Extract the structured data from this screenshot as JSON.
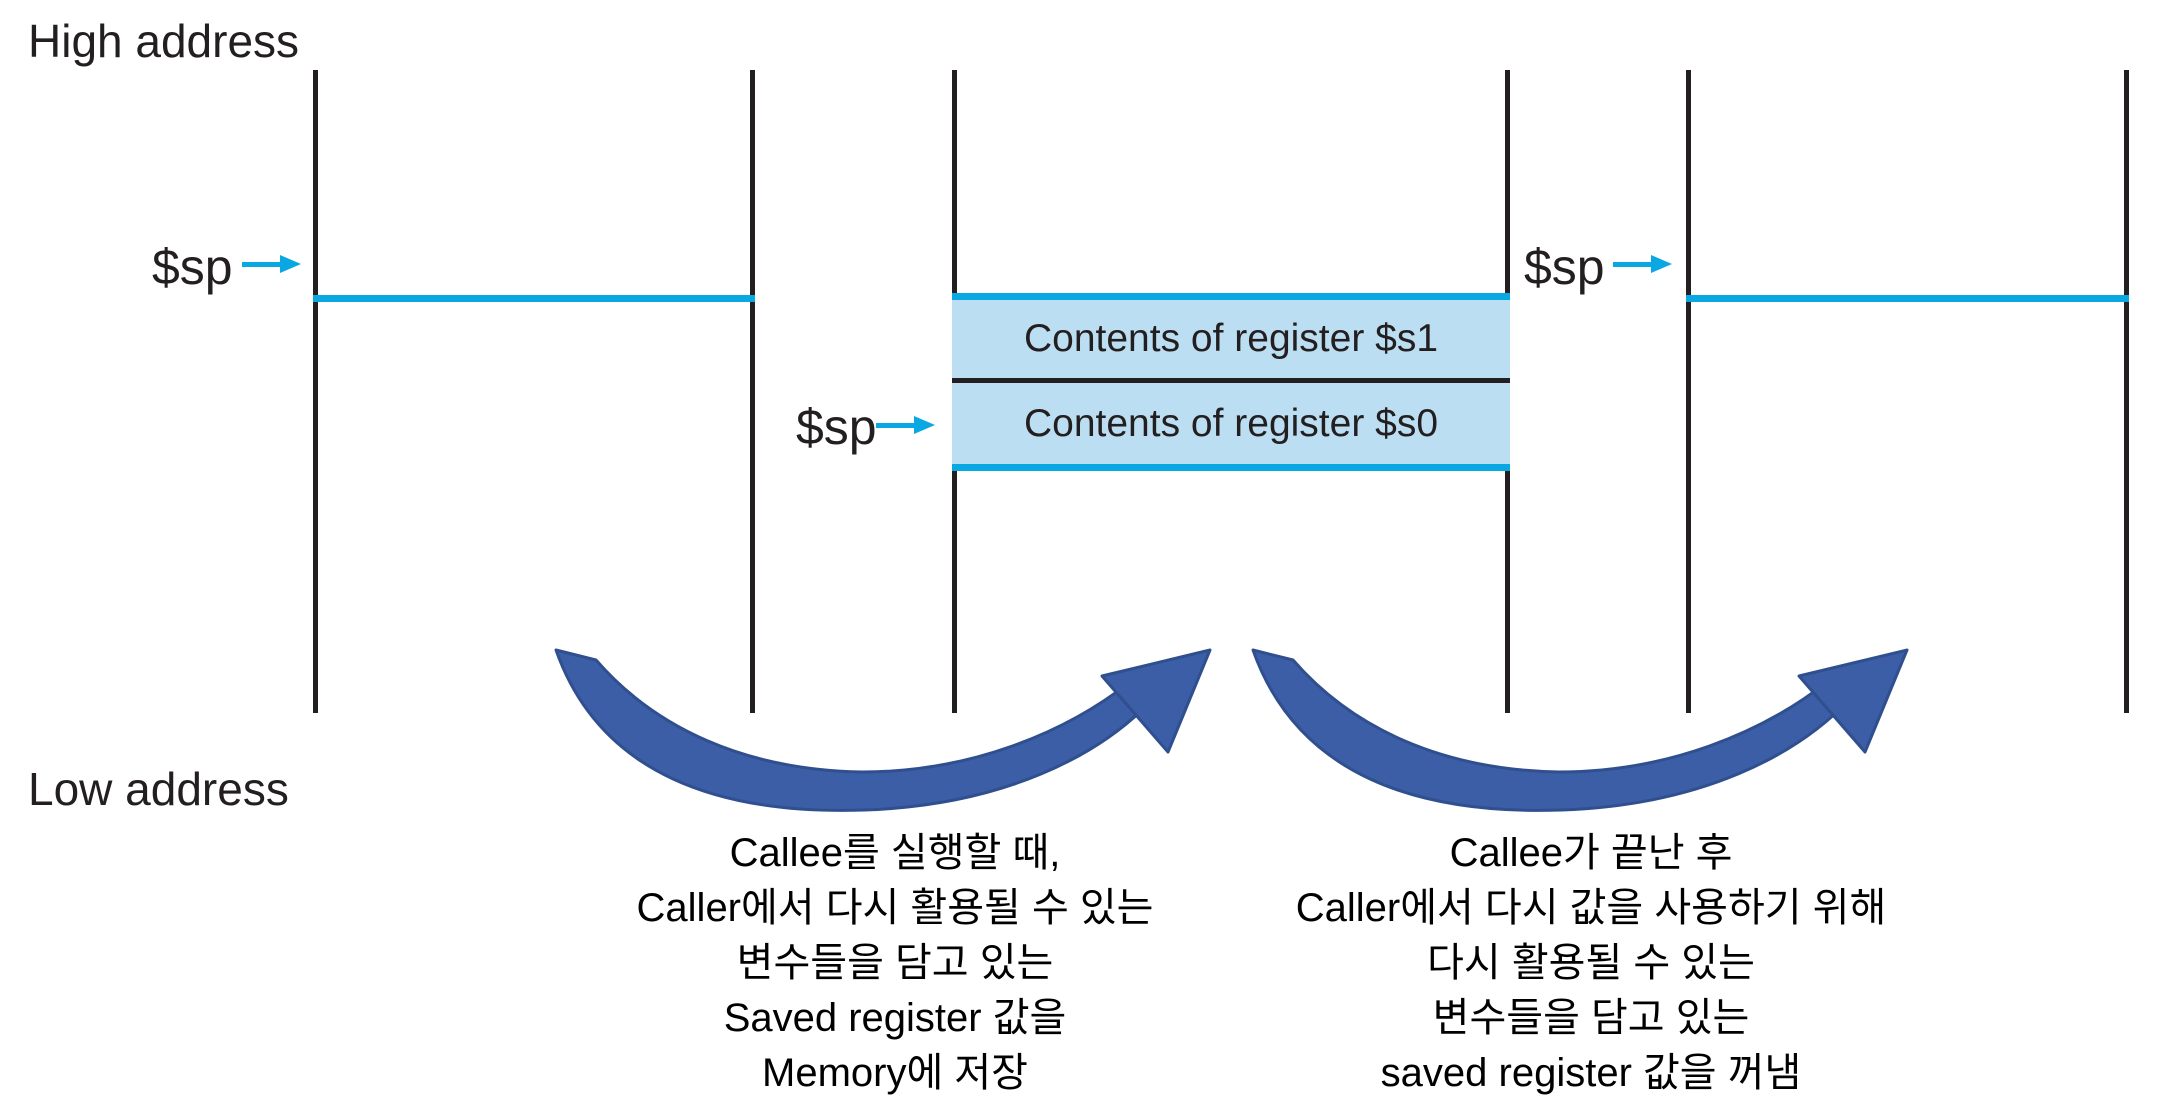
{
  "figure": {
    "high_address_label": "High address",
    "low_address_label": "Low address",
    "sp_labels": [
      "$sp",
      "$sp",
      "$sp"
    ],
    "middle_stack": {
      "s1_cell": "Contents of register $s1",
      "s0_cell": "Contents of register $s0"
    },
    "annotations": {
      "save": {
        "lines": [
          "Callee를 실행할 때,",
          "Caller에서 다시 활용될 수 있는",
          "변수들을 담고 있는",
          "Saved register 값을",
          "Memory에 저장"
        ]
      },
      "restore": {
        "lines": [
          "Callee가 끝난 후",
          "Caller에서 다시 값을 사용하기 위해",
          "다시 활용될 수 있는",
          "변수들을 담고 있는",
          "saved register 값을 꺼냄"
        ]
      }
    },
    "colors": {
      "pointer_cyan": "#09a8e2",
      "cell_fill": "#bcdef2",
      "curved_arrow_blue": "#3b5ea6",
      "curved_arrow_outline": "#2f4f8f",
      "line_black": "#231f20"
    }
  }
}
